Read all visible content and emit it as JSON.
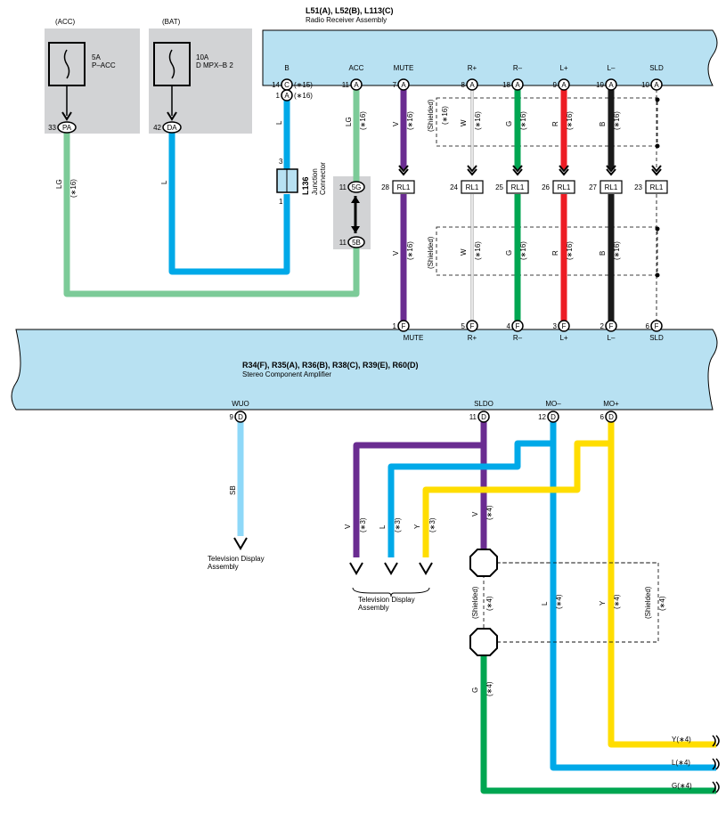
{
  "radio": {
    "ids": "L51(A), L52(B), L113(C)",
    "name": "Radio Receiver Assembly",
    "pins": {
      "B": {
        "label": "B",
        "num1": "14",
        "conn1": "C",
        "note1": "(∗15)",
        "num2": "1",
        "conn2": "A",
        "note2": "(∗16)"
      },
      "ACC": {
        "label": "ACC",
        "num": "11",
        "conn": "A"
      },
      "MUTE": {
        "label": "MUTE",
        "num": "7",
        "conn": "A"
      },
      "RP": {
        "label": "R+",
        "num": "8",
        "conn": "A"
      },
      "RM": {
        "label": "R–",
        "num": "18",
        "conn": "A"
      },
      "LP": {
        "label": "L+",
        "num": "9",
        "conn": "A"
      },
      "LM": {
        "label": "L–",
        "num": "19",
        "conn": "A"
      },
      "SLD": {
        "label": "SLD",
        "num": "10",
        "conn": "A"
      }
    }
  },
  "fuses": [
    {
      "group": "(ACC)",
      "rating": "5A",
      "name": "P–ACC",
      "pin_num": "33",
      "pin_conn": "PA",
      "wire": "LG",
      "note": "(∗16)"
    },
    {
      "group": "(BAT)",
      "rating": "10A",
      "name": "D MPX–B 2",
      "pin_num": "42",
      "pin_conn": "DA",
      "wire": "L"
    }
  ],
  "junction": {
    "id": "L136",
    "line1": "Junction",
    "line2": "Connector",
    "pin_top": "3",
    "pin_bottom": "1",
    "j5g_num": "11",
    "j5g": "5G",
    "j5b_num": "11",
    "j5b": "5B"
  },
  "wires_upper": {
    "b": "L",
    "acc": "LG",
    "acc_note": "(∗16)",
    "mute": "V",
    "mute_note": "(∗16)",
    "shielded": "(Shielded)",
    "shield_note": "(∗16)",
    "rp": "W",
    "rm": "G",
    "lp": "R",
    "lm": "B",
    "note": "(∗16)"
  },
  "rl1": {
    "label": "RL1",
    "pins": {
      "mute": "28",
      "rp": "24",
      "rm": "25",
      "lp": "26",
      "lm": "27",
      "sld": "23"
    }
  },
  "amp": {
    "ids": "R34(F), R35(A), R36(B), R38(C), R39(E), R60(D)",
    "name": "Stereo Component Amplifier",
    "top_pins": {
      "MUTE": {
        "label": "MUTE",
        "num": "1",
        "conn": "F"
      },
      "RP": {
        "label": "R+",
        "num": "5",
        "conn": "F"
      },
      "RM": {
        "label": "R–",
        "num": "4",
        "conn": "F"
      },
      "LP": {
        "label": "L+",
        "num": "3",
        "conn": "F"
      },
      "LM": {
        "label": "L–",
        "num": "2",
        "conn": "F"
      },
      "SLD": {
        "label": "SLD",
        "num": "6",
        "conn": "F"
      }
    },
    "bottom_pins": {
      "WUO": {
        "label": "WUO",
        "num": "9",
        "conn": "D"
      },
      "SLDO": {
        "label": "SLDO",
        "num": "11",
        "conn": "D"
      },
      "MOM": {
        "label": "MO–",
        "num": "12",
        "conn": "D"
      },
      "MOP": {
        "label": "MO+",
        "num": "6",
        "conn": "D"
      }
    }
  },
  "lower": {
    "wuo_wire": "SB",
    "tv1_line1": "Television Display",
    "tv1_line2": "Assembly",
    "tv2_line1": "Television Display",
    "tv2_line2": "Assembly",
    "v3": "V",
    "l3": "L",
    "y3": "Y",
    "note3": "(∗3)",
    "v4": "V",
    "shielded4": "(Shielded)",
    "l4": "L",
    "y4": "Y",
    "g4": "G",
    "note4": "(∗4)",
    "out_y": "Y(∗4)",
    "out_l": "L(∗4)",
    "out_g": "G(∗4)"
  },
  "colors": {
    "panel": "#b8e1f2",
    "gray": "#d2d3d5",
    "lg": "#7ccb98",
    "l": "#00a9e8",
    "v": "#6a2c91",
    "g": "#00a651",
    "r": "#ed1c24",
    "b": "#1a1a1a",
    "y": "#ffdd00",
    "sb": "#8ed8f8",
    "w": "#999999"
  }
}
